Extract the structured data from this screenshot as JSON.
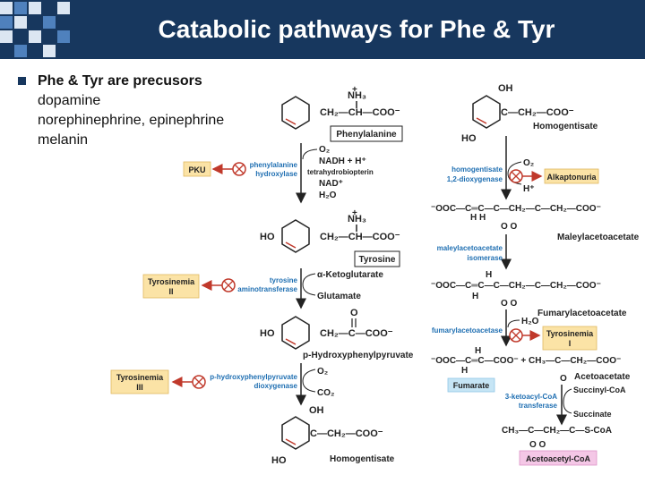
{
  "slide": {
    "title": "Catabolic pathways for Phe & Tyr",
    "bullet": "Phe & Tyr are precusors",
    "sub_items": [
      "dopamine",
      "norephinephrine, epinephrine",
      "melanin"
    ]
  },
  "left_pathway": {
    "phe_nh3": "NH₃",
    "phe_chain": "CH₂—CH—COO⁻",
    "phe_name": "Phenylalanine",
    "step1_reactants": [
      "O₂",
      "NADH + H⁺",
      "tetrahydrobiopterin",
      "NAD⁺",
      "H₂O"
    ],
    "step1_enzyme": [
      "phenylalanine",
      "hydroxylase"
    ],
    "step1_disease": "PKU",
    "tyr_nh3": "NH₃",
    "tyr_ho": "HO",
    "tyr_chain": "CH₂—CH—COO⁻",
    "tyr_name": "Tyrosine",
    "step2_in": "α-Ketoglutarate",
    "step2_out": "Glutamate",
    "step2_enzyme": [
      "tyrosine",
      "aminotransferase"
    ],
    "step2_disease": [
      "Tyrosinemia",
      "II"
    ],
    "hpp_o": "O",
    "hpp_ho": "HO",
    "hpp_chain": "CH₂—C—COO⁻",
    "hpp_name": "p-Hydroxyphenylpyruvate",
    "step3_in": "O₂",
    "step3_out": "CO₂",
    "step3_enzyme": [
      "p-hydroxyphenylpyruvate",
      "dioxygenase"
    ],
    "step3_disease": [
      "Tyrosinemia",
      "III"
    ],
    "hg_oh": "OH",
    "hg_ho": "HO",
    "hg_chain": "C—CH₂—COO⁻",
    "hg_name": "Homogentisate"
  },
  "right_pathway": {
    "hg_oh": "OH",
    "hg_ho": "HO",
    "hg_chain": "C—CH₂—COO⁻",
    "hg_name": "Homogentisate",
    "step4_in": "O₂",
    "step4_out": "H⁺",
    "step4_enzyme": [
      "homogentisate",
      "1,2-dioxygenase"
    ],
    "step4_disease": "Alkaptonuria",
    "maa_chain": "⁻OOC—C═C—C—CH₂—C—CH₂—COO⁻",
    "maa_h": "H   H",
    "maa_o": "O              O",
    "maa_name": "Maleylacetoacetate",
    "step5_enzyme": [
      "maleylacetoacetate",
      "isomerase"
    ],
    "faa_h_top": "H",
    "faa_chain": "⁻OOC—C═C—C—CH₂—C—CH₂—COO⁻",
    "faa_h_bot": "H",
    "faa_o": "O              O",
    "faa_name": "Fumarylacetoacetate",
    "step6_in": "H₂O",
    "step6_enzyme": "fumarylacetoacetase",
    "step6_disease": [
      "Tyrosinemia",
      "I"
    ],
    "fum_h_top": "H",
    "fum_chain": "⁻OOC—C═C—COO⁻  +  CH₃—C—CH₂—COO⁻",
    "fum_h_bot": "H",
    "fum_o": "O",
    "fum_name": "Fumarate",
    "aa_name": "Acetoacetate",
    "step7_in": "Succinyl-CoA",
    "step7_out": "Succinate",
    "step7_enzyme": [
      "3-ketoacyl-CoA",
      "transferase"
    ],
    "acoa_chain": "CH₃—C—CH₂—C—S-CoA",
    "acoa_o": "O        O",
    "acoa_name": "Acetoacetyl-CoA"
  },
  "colors": {
    "header": "#17375e",
    "enzyme_text": "#1f6fb2",
    "disease_box": "#fbe3a6",
    "inhibit": "#c0392b",
    "fumarate_box": "#c6e5f5",
    "acetoacetylcoa_box": "#f4c7e6",
    "bond_red": "#c0392b"
  }
}
